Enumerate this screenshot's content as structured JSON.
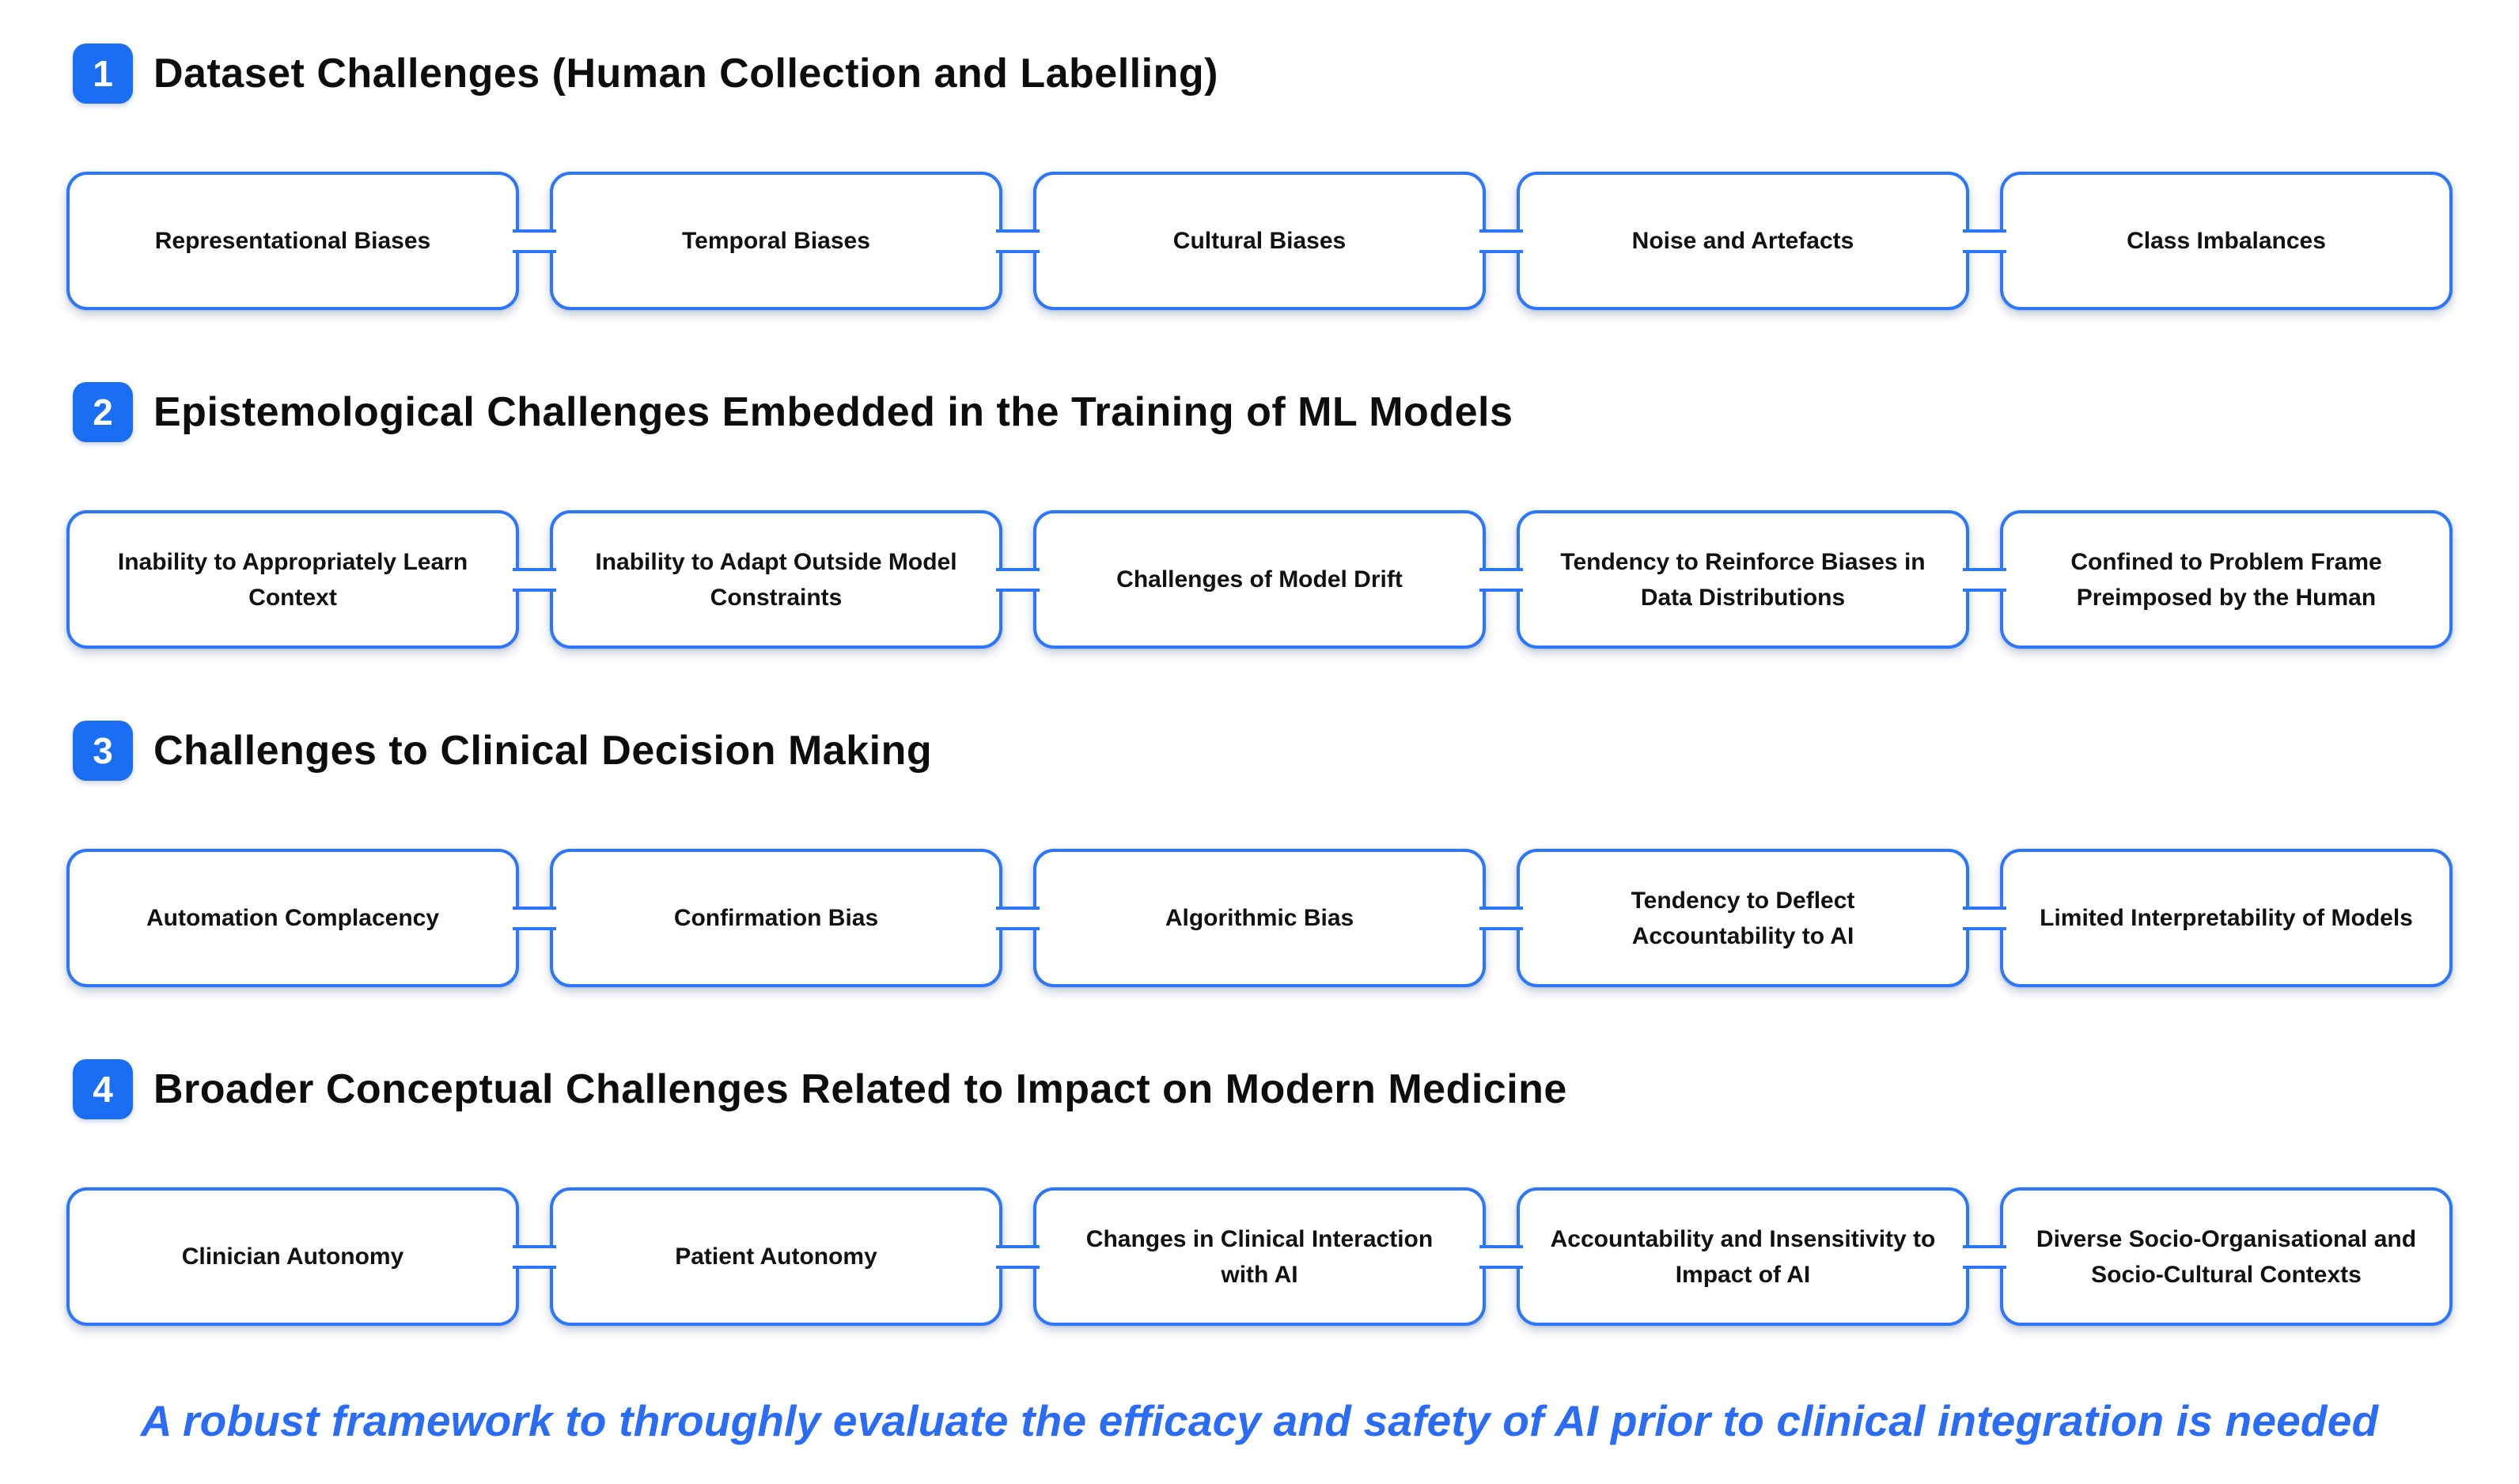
{
  "colors": {
    "badge_blue": "#1a6ef3",
    "box_border_blue": "#2b76fb",
    "footer_text_blue": "#2b6cf6",
    "heading_text": "#0d0d0f",
    "box_text": "#111114",
    "background": "#ffffff"
  },
  "sections": [
    {
      "number": "1",
      "title": "Dataset Challenges (Human Collection and Labelling)",
      "boxes": [
        "Representational Biases",
        "Temporal Biases",
        "Cultural Biases",
        "Noise and Artefacts",
        "Class Imbalances"
      ]
    },
    {
      "number": "2",
      "title": "Epistemological Challenges Embedded in the Training of ML Models",
      "boxes": [
        "Inability to Appropriately Learn Context",
        "Inability to Adapt Outside Model Constraints",
        "Challenges of Model Drift",
        "Tendency to Reinforce Biases in Data Distributions",
        "Confined to Problem Frame Preimposed by the Human"
      ]
    },
    {
      "number": "3",
      "title": "Challenges to Clinical Decision Making",
      "boxes": [
        "Automation Complacency",
        "Confirmation Bias",
        "Algorithmic Bias",
        "Tendency to Deflect Accountability to AI",
        "Limited Interpretability of Models"
      ]
    },
    {
      "number": "4",
      "title": "Broader Conceptual Challenges Related to Impact on Modern Medicine",
      "boxes": [
        "Clinician Autonomy",
        "Patient Autonomy",
        "Changes in Clinical Interaction with AI",
        "Accountability and Insensitivity to Impact of AI",
        "Diverse Socio-Organisational and Socio-Cultural Contexts"
      ]
    }
  ],
  "footer": {
    "text": "A robust framework to throughly evaluate the efficacy and safety of AI prior to clinical integration is needed"
  }
}
